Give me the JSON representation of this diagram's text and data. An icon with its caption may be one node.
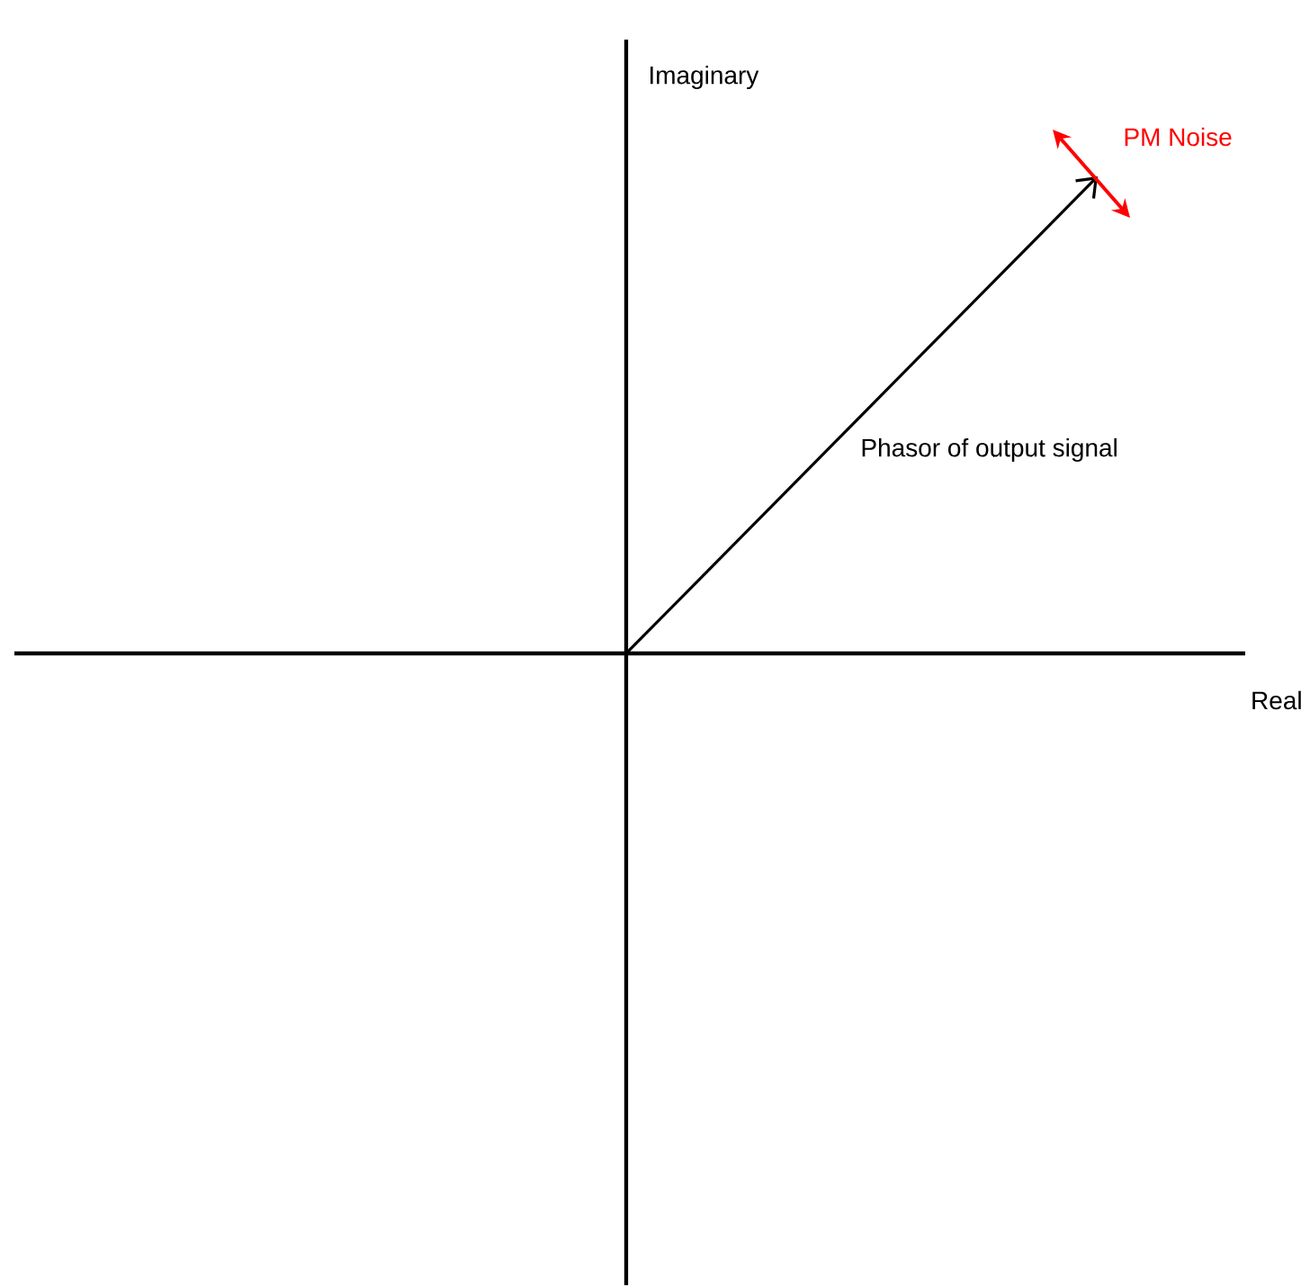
{
  "diagram": {
    "labels": [
      "Imaginary",
      "PM Noise",
      "Phasor of output signal",
      "Real"
    ]
  }
}
